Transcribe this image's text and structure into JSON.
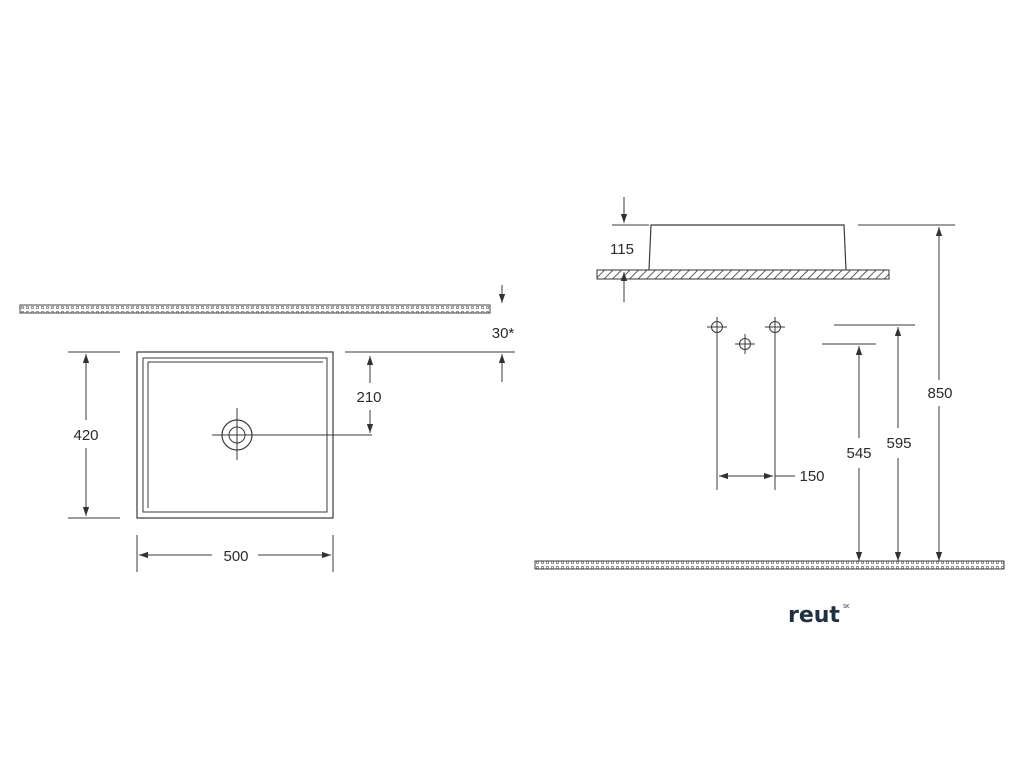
{
  "plan_view": {
    "width_label": "500",
    "depth_label": "420",
    "drain_offset_label": "210",
    "wall_gap_label": "30*"
  },
  "side_view": {
    "basin_height_label": "115",
    "tap_spacing_label": "150",
    "waste_height_label": "545",
    "supply_height_label": "595",
    "counter_height_label": "850"
  },
  "brand": {
    "name": "reut",
    "suffix": "SK",
    "color": "#22313f"
  }
}
